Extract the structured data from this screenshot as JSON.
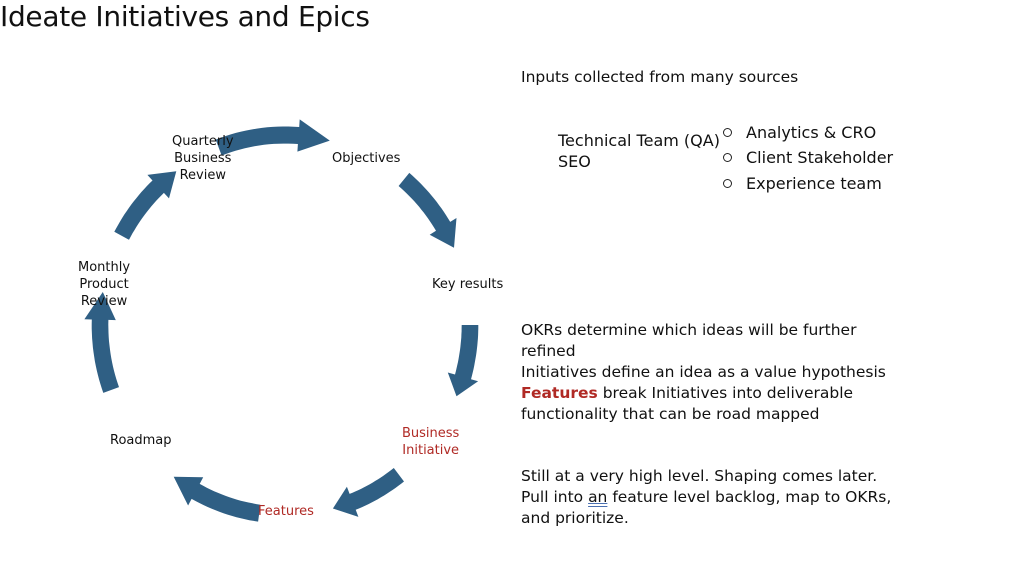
{
  "title": "Ideate Initiatives and Epics",
  "colors": {
    "arrow": "#2f5f84",
    "highlight": "#b02a25",
    "text": "#111111"
  },
  "cycle": {
    "nodes": [
      {
        "id": "qbr",
        "label_lines": [
          "Quarterly",
          "Business",
          "Review"
        ],
        "highlight": false
      },
      {
        "id": "objectives",
        "label_lines": [
          "Objectives"
        ],
        "highlight": false
      },
      {
        "id": "key-results",
        "label_lines": [
          "Key results"
        ],
        "highlight": false
      },
      {
        "id": "business-initiative",
        "label_lines": [
          "Business",
          "Initiative"
        ],
        "highlight": true
      },
      {
        "id": "features",
        "label_lines": [
          "Features"
        ],
        "highlight": true
      },
      {
        "id": "roadmap",
        "label_lines": [
          "Roadmap"
        ],
        "highlight": false
      },
      {
        "id": "mpr",
        "label_lines": [
          "Monthly",
          "Product",
          "Review"
        ],
        "highlight": false
      }
    ]
  },
  "inputs": {
    "heading": "Inputs collected from many sources",
    "left_items": [
      "Technical Team (QA)",
      "SEO"
    ],
    "bullets": [
      "Analytics & CRO",
      "Client Stakeholder",
      "Experience team"
    ]
  },
  "okrs": {
    "line1": "OKRs determine which ideas will be further refined",
    "line2": "Initiatives define an idea as a value hypothesis",
    "line3_emph": "Features",
    "line3_rest": " break Initiatives into deliverable functionality that can be road mapped"
  },
  "notes": {
    "line1": "Still at a very high level. Shaping comes later.",
    "line2_pre": "Pull into ",
    "line2_underlined": "an",
    "line2_post": " feature level backlog, map to OKRs, and prioritize."
  }
}
